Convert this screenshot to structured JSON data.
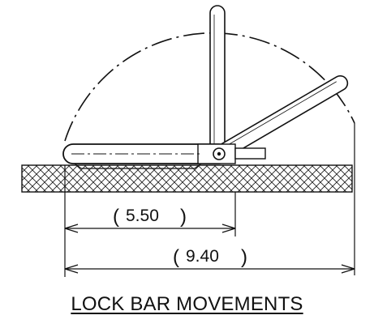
{
  "drawing": {
    "dimension_short": "5.50",
    "dimension_long": "9.40",
    "paren_open": "(",
    "paren_close": ")"
  },
  "caption": "LOCK BAR MOVEMENTS"
}
